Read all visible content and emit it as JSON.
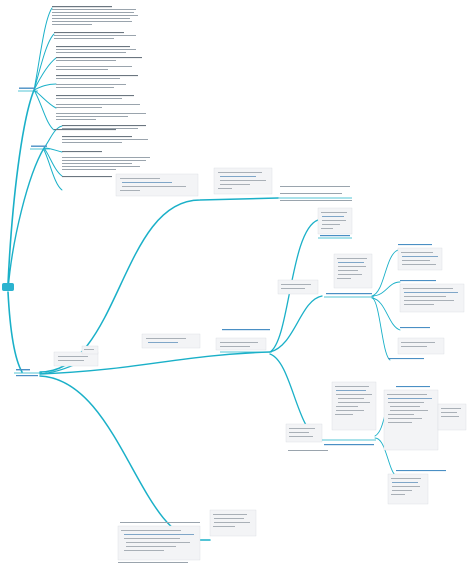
{
  "diagram": {
    "type": "mind-map",
    "accent_color": "#1ab0c8",
    "root_color": "#2bb3cf",
    "code_box_color": "#f3f4f6",
    "root": {
      "label": ""
    },
    "left_branches": [
      {
        "id": "upper-left",
        "label": ""
      },
      {
        "id": "lower-left",
        "label": ""
      },
      {
        "id": "bottom-left",
        "label": ""
      }
    ],
    "right_branches": [
      {
        "id": "right-1",
        "label": ""
      },
      {
        "id": "right-2",
        "label": ""
      },
      {
        "id": "right-3",
        "label": ""
      },
      {
        "id": "right-4",
        "label": ""
      }
    ]
  }
}
